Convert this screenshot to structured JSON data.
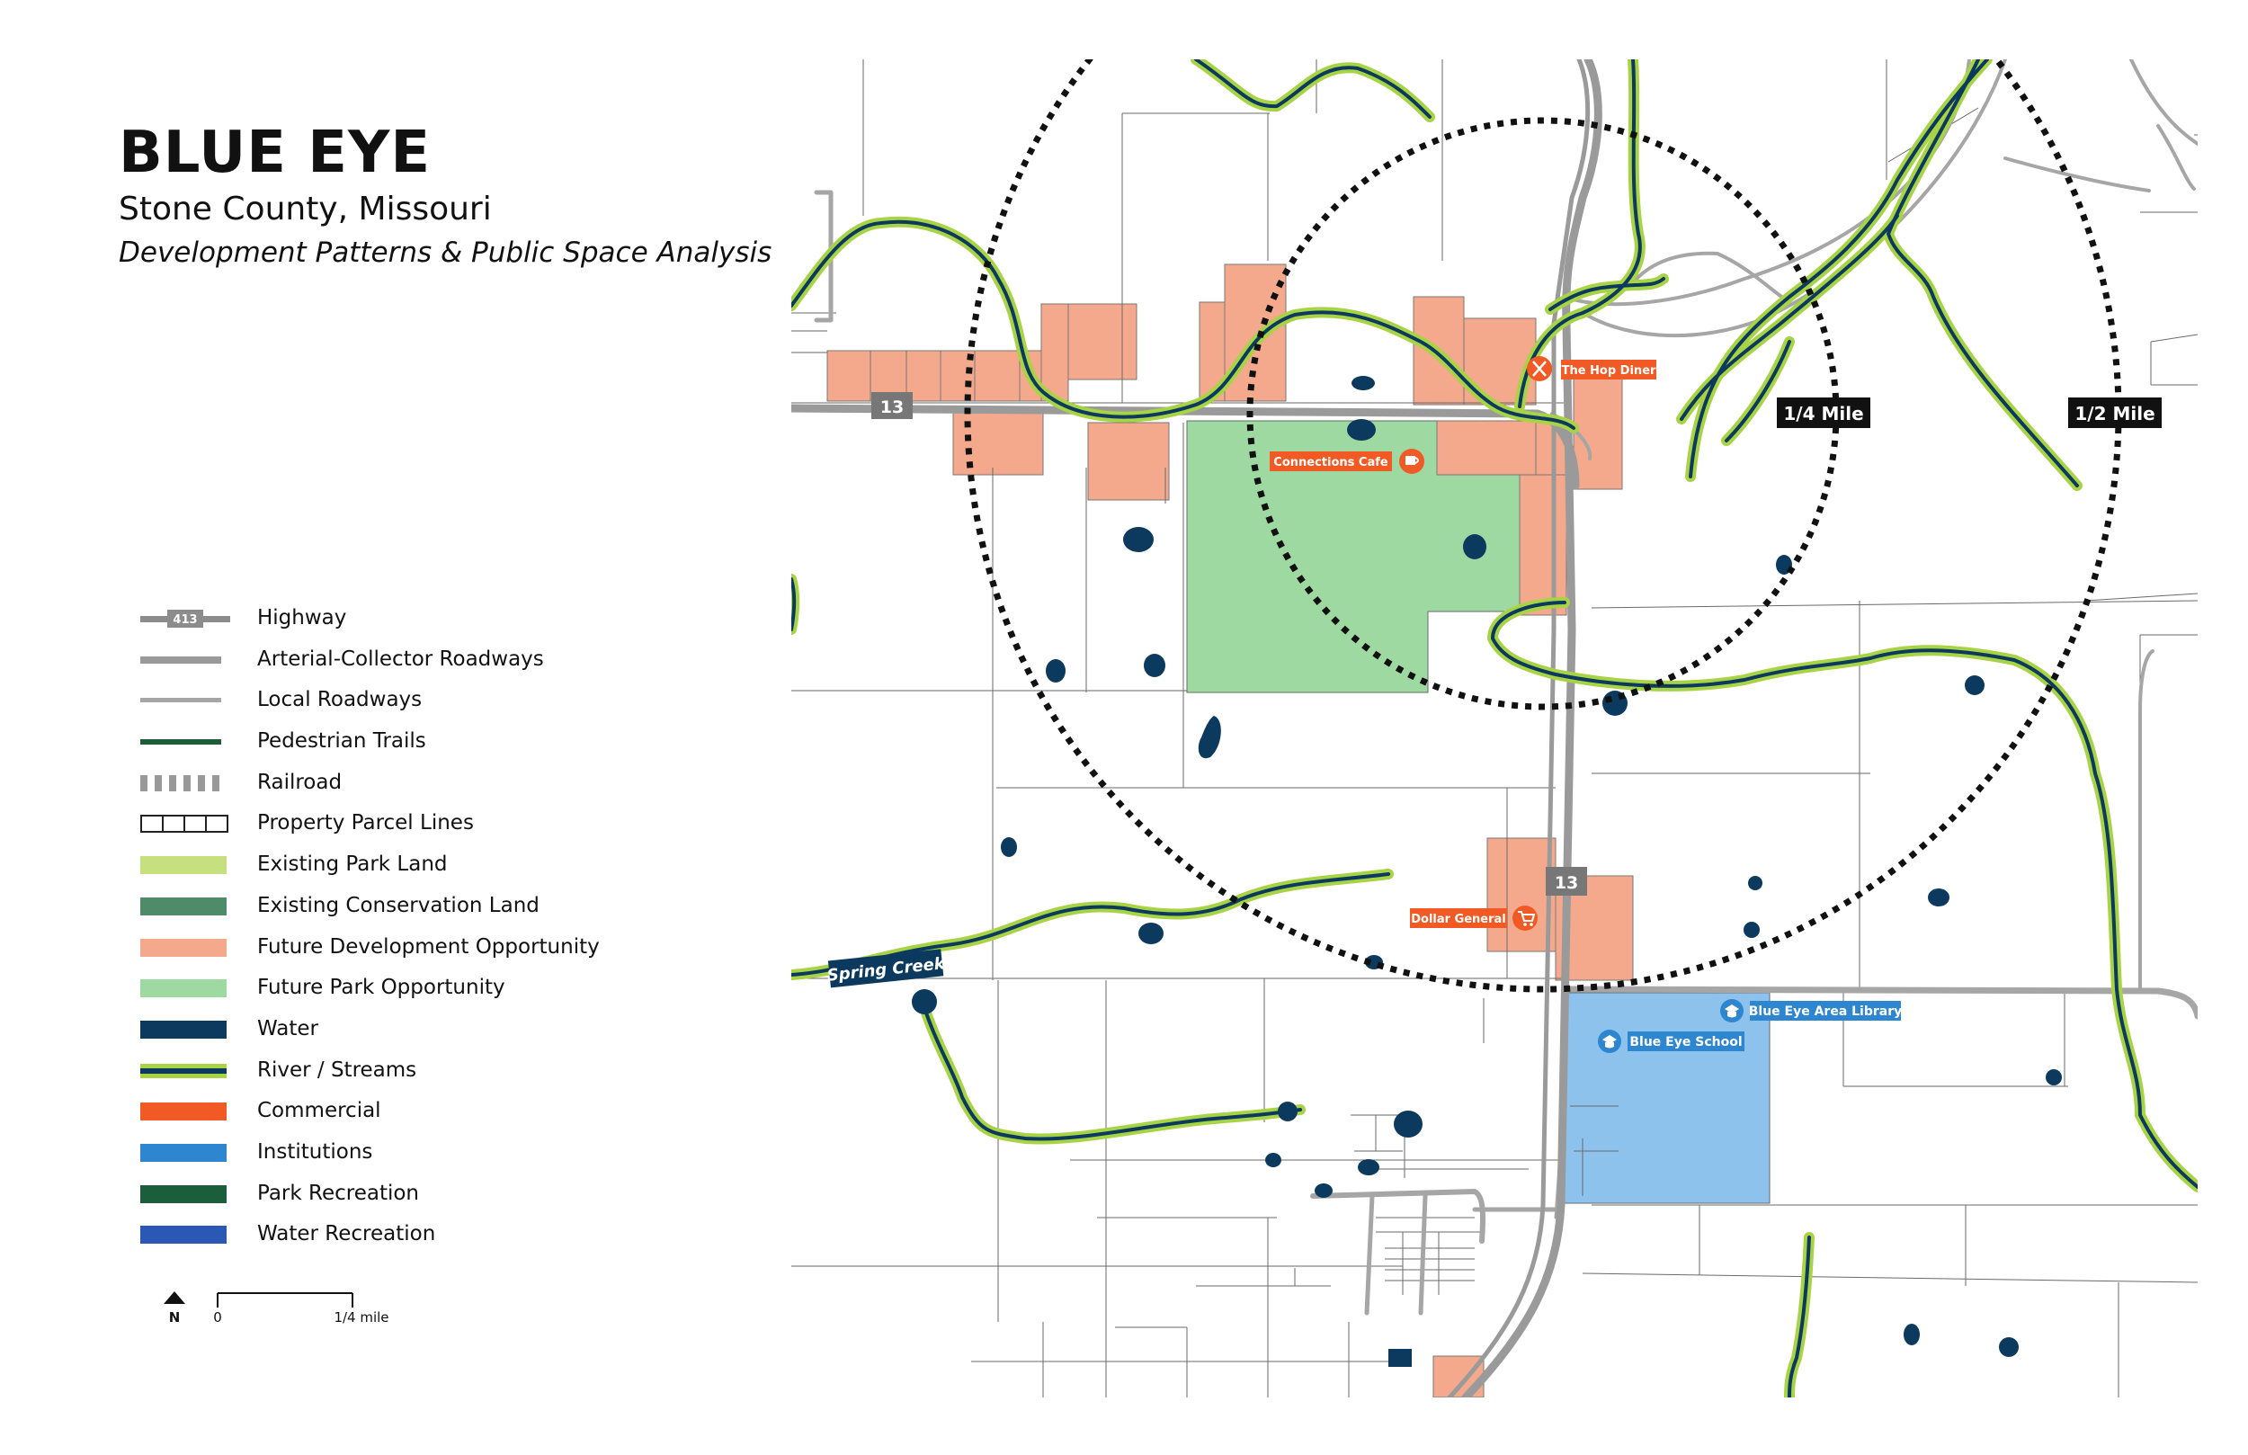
{
  "title": "BLUE EYE",
  "subtitle": "Stone County, Missouri",
  "tagline": "Development Patterns & Public Space Analysis",
  "colors": {
    "highway": "#8c8c8c",
    "arterial": "#9a9a9a",
    "local_road": "#a6a6a6",
    "trail": "#1e5c3a",
    "park_land": "#c6e07f",
    "conservation": "#4e8b68",
    "future_development": "#f4a98c",
    "future_park": "#9fd9a2",
    "water": "#0c3a5e",
    "stream_outer": "#a8d344",
    "commercial": "#f15a24",
    "institutions": "#2e86d0",
    "institution_zone": "#8cc2ec",
    "park_recreation": "#1b5e3b",
    "water_recreation": "#2b58b5",
    "parcel": "#6a6a6a"
  },
  "legend": {
    "items": [
      {
        "key": "highway",
        "label": "Highway",
        "badge": "413"
      },
      {
        "key": "arterial",
        "label": "Arterial-Collector Roadways"
      },
      {
        "key": "local",
        "label": "Local Roadways"
      },
      {
        "key": "trail",
        "label": "Pedestrian Trails"
      },
      {
        "key": "railroad",
        "label": "Railroad"
      },
      {
        "key": "parcel",
        "label": "Property Parcel Lines"
      },
      {
        "key": "park",
        "label": "Existing Park Land"
      },
      {
        "key": "conservation",
        "label": "Existing Conservation Land"
      },
      {
        "key": "futuredev",
        "label": "Future Development Opportunity"
      },
      {
        "key": "futurepark",
        "label": "Future Park Opportunity"
      },
      {
        "key": "water",
        "label": "Water"
      },
      {
        "key": "river",
        "label": "River / Streams"
      },
      {
        "key": "commercial",
        "label": "Commercial"
      },
      {
        "key": "institutions",
        "label": "Institutions"
      },
      {
        "key": "parkrec",
        "label": "Park Recreation"
      },
      {
        "key": "waterrec",
        "label": "Water Recreation"
      }
    ]
  },
  "map": {
    "route_labels": {
      "west": "13",
      "south": "13"
    },
    "radius_labels": {
      "quarter": "1/4 Mile",
      "half": "1/2 Mile"
    },
    "stream_label": "Spring Creek",
    "places": {
      "diner": "The Hop Diner",
      "cafe": "Connections Cafe",
      "dollar": "Dollar General",
      "library": "Blue Eye Area Library",
      "school": "Blue Eye School"
    }
  },
  "scale": {
    "north": "N",
    "start": "0",
    "end": "1/4 mile"
  }
}
